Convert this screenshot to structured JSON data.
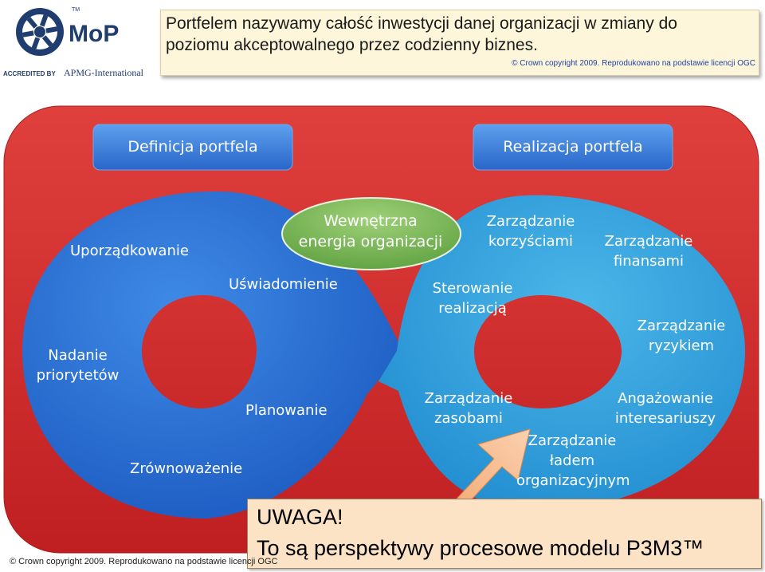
{
  "logo": {
    "brand": "MoP",
    "tm": "TM",
    "accredited": "ACCREDITED BY",
    "org": "APMG-International"
  },
  "header": {
    "title": "Portfelem nazywamy całość inwestycji danej organizacji w zmiany do poziomu akceptowalnego przez codzienny biznes.",
    "copyright": "© Crown copyright 2009. Reprodukowano na podstawie licencji OGC"
  },
  "phases": {
    "definition": "Definicja portfela",
    "delivery": "Realizacja portfela"
  },
  "center": {
    "line1": "Wewnętrzna",
    "line2": "energia organizacji"
  },
  "left_loop": {
    "uporzadkowanie": "Uporządkowanie",
    "uswiadomienie": "Uświadomienie",
    "nadanie_1": "Nadanie",
    "nadanie_2": "priorytetów",
    "planowanie": "Planowanie",
    "zrownowazenie": "Zrównoważenie"
  },
  "right_loop": {
    "korzysci_1": "Zarządzanie",
    "korzysci_2": "korzyściami",
    "finanse_1": "Zarządzanie",
    "finanse_2": "finansami",
    "sterowanie_1": "Sterowanie",
    "sterowanie_2": "realizacją",
    "ryzyko_1": "Zarządzanie",
    "ryzyko_2": "ryzykiem",
    "zasoby_1": "Zarządzanie",
    "zasoby_2": "zasobami",
    "interes_1": "Angażowanie",
    "interes_2": "interesariuszy",
    "lad_1": "Zarządzanie",
    "lad_2": "ładem",
    "lad_3": "organizacyjnym"
  },
  "callout": {
    "line1": "UWAGA!",
    "line2": "To są perspektywy procesowe modelu P3M3™"
  },
  "footer": {
    "copyright": "© Crown copyright 2009. Reprodukowano na podstawie licencji OGC"
  },
  "colors": {
    "red": "#d5292a",
    "blue": "#2a6fd3",
    "teal": "#2a9fd6",
    "green": "#6fb24b",
    "orange": "#f5b88a"
  }
}
